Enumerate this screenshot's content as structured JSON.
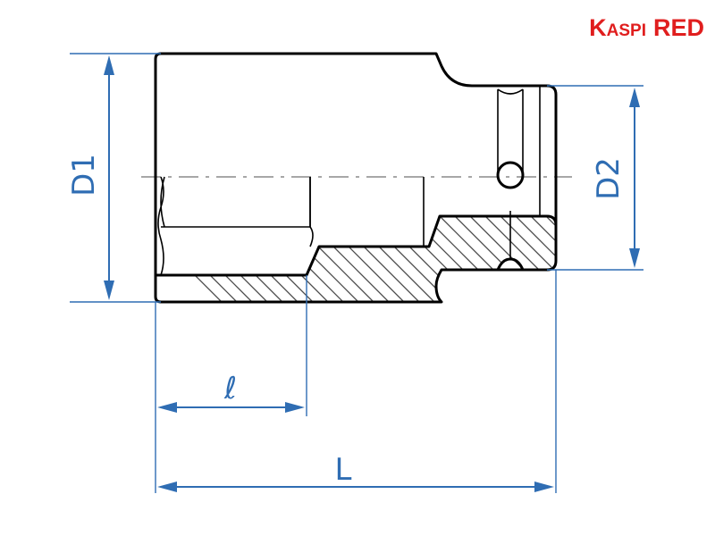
{
  "brand": {
    "name_part": "Kaspi",
    "color_part": "RED",
    "color": "#e01e1e"
  },
  "dimensions": {
    "outer_diameter": "D1",
    "drive_end_diameter": "D2",
    "socket_depth": "ℓ",
    "overall_length": "L"
  },
  "colors": {
    "dimension": "#2f6db3",
    "outline": "#000000",
    "centerline": "#8a8a8a"
  }
}
